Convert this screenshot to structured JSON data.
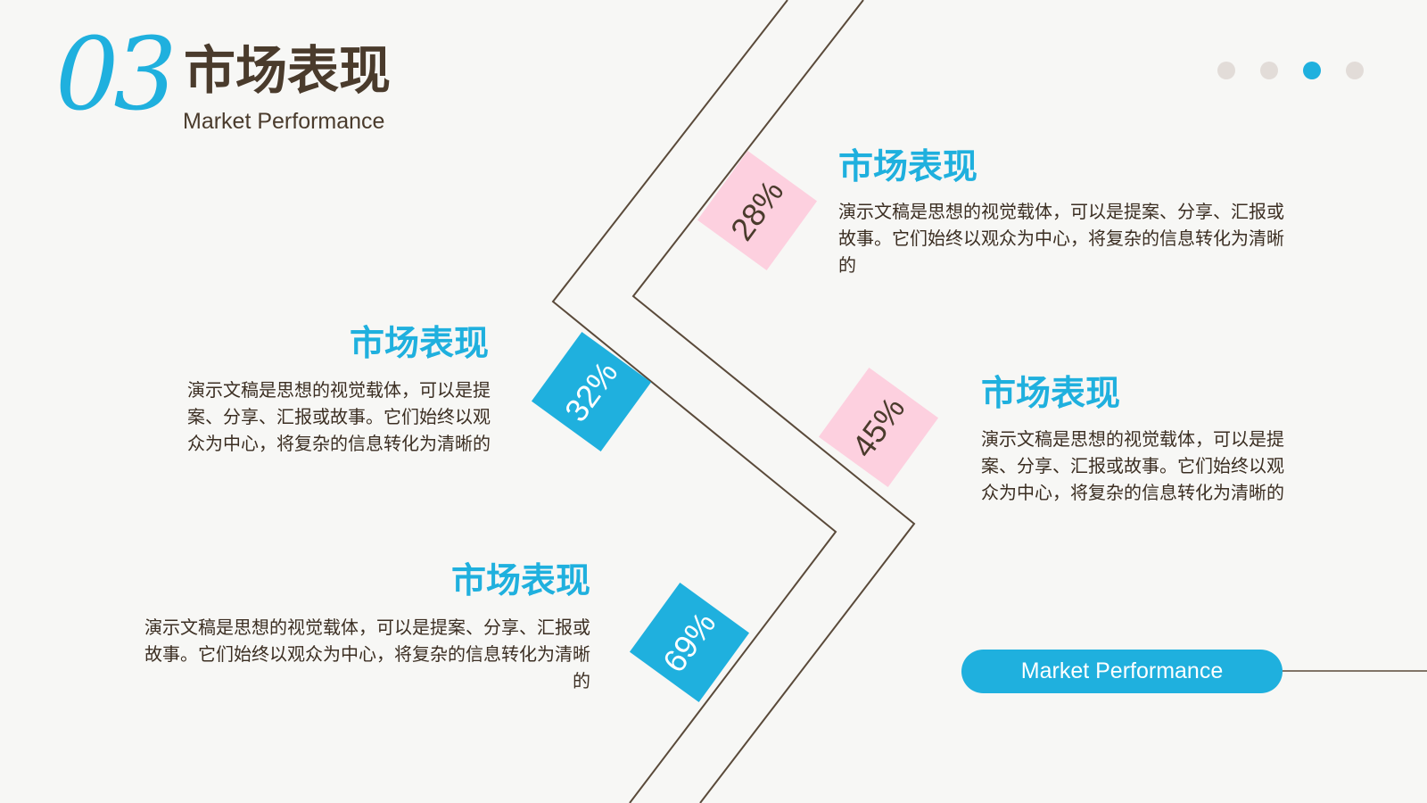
{
  "header": {
    "section_number": "03",
    "title": "市场表现",
    "subtitle": "Market Performance"
  },
  "pager": {
    "total": 4,
    "active_index": 2
  },
  "items": [
    {
      "percent": "28%",
      "title": "市场表现",
      "text": "演示文稿是思想的视觉载体，可以是提案、分享、汇报或故事。它们始终以观众为中心，将复杂的信息转化为清晰的",
      "color": "#fdd0df"
    },
    {
      "percent": "32%",
      "title": "市场表现",
      "text": "演示文稿是思想的视觉载体，可以是提案、分享、汇报或故事。它们始终以观众为中心，将复杂的信息转化为清晰的",
      "color": "#1fb0de"
    },
    {
      "percent": "45%",
      "title": "市场表现",
      "text": "演示文稿是思想的视觉载体，可以是提案、分享、汇报或故事。它们始终以观众为中心，将复杂的信息转化为清晰的",
      "color": "#fdd0df"
    },
    {
      "percent": "69%",
      "title": "市场表现",
      "text": "演示文稿是思想的视觉载体，可以是提案、分享、汇报或故事。它们始终以观众为中心，将复杂的信息转化为清晰的",
      "color": "#1fb0de"
    }
  ],
  "footer_button": {
    "label": "Market Performance"
  },
  "colors": {
    "accent": "#1fb0de",
    "pink": "#fdd0df",
    "dark": "#4a3b2c",
    "line": "#5a4a3a"
  }
}
